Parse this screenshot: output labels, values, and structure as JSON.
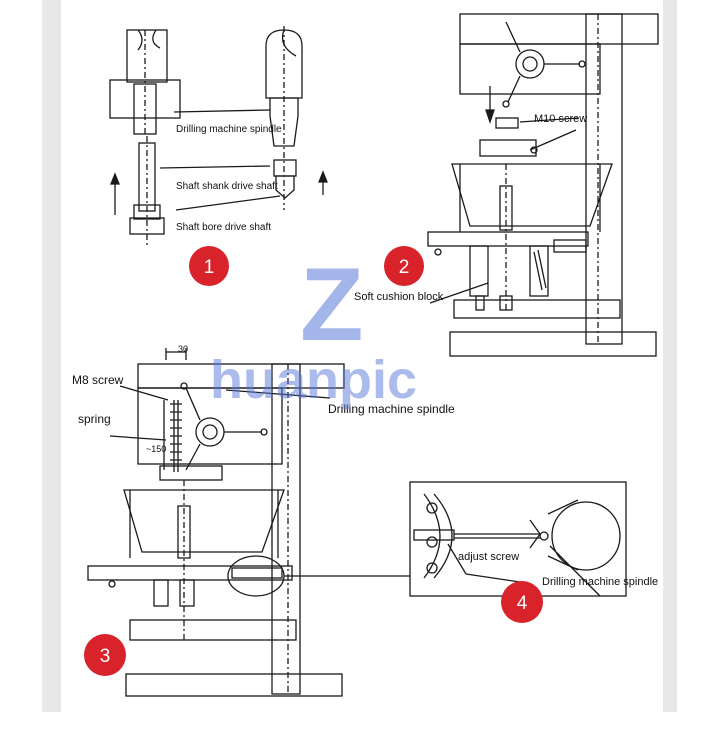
{
  "labels": {
    "p1_spindle": "Drilling machine spindle",
    "p1_shank": "Shaft shank drive shaft",
    "p1_bore": "Shaft bore drive shaft",
    "p2_screw": "M10 screw",
    "p2_cushion": "Soft cushion block",
    "p3_screw": "M8 screw",
    "p3_spring": "spring",
    "p3_dim30": "30",
    "p3_dim150": "~150",
    "p3_spindle": "Drilling machine spindle",
    "p4_adjust": "adjust screw",
    "p4_spindle": "Drilling machine spindle"
  },
  "badges": [
    "1",
    "2",
    "3",
    "4"
  ],
  "watermark": {
    "letter": "Z",
    "text": "huanpic"
  },
  "colors": {
    "badge": "#d8232a",
    "watermark": "#5a79d8",
    "line": "#1a1a1a"
  }
}
